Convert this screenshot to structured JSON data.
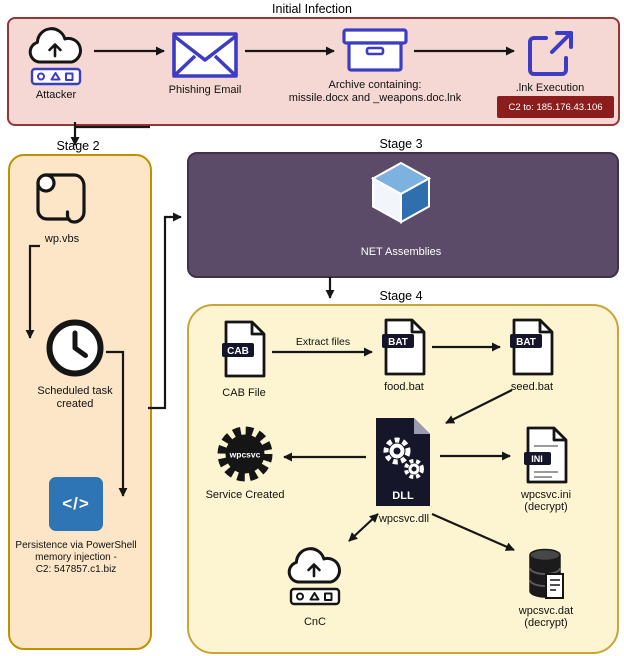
{
  "titles": {
    "initial_infection": "Initial Infection",
    "stage2": "Stage 2",
    "stage3": "Stage 3",
    "stage4": "Stage 4"
  },
  "initial_infection": {
    "attacker_label": "Attacker",
    "phishing_label": "Phishing Email",
    "archive_label_line1": "Archive containing:",
    "archive_label_line2": "missile.docx and _weapons.doc.lnk",
    "lnk_label": ".lnk Execution",
    "c2_banner": "C2 to: 185.176.43.106"
  },
  "stage2": {
    "wpvbs_label": "wp.vbs",
    "task_label_line1": "Scheduled task",
    "task_label_line2": "created",
    "code_glyph": "</>",
    "persistence_label_line1": "Persistence via PowerShell",
    "persistence_label_line2": "memory injection -",
    "persistence_label_line3": "C2: 547857.c1.biz"
  },
  "stage3": {
    "net_label": "NET Assemblies"
  },
  "stage4": {
    "cab_banner": "CAB",
    "cab_label": "CAB File",
    "extract_label": "Extract files",
    "bat_banner": "BAT",
    "food_label": "food.bat",
    "seed_label": "seed.bat",
    "service_gear_text": "wpcsvc",
    "service_label": "Service Created",
    "dll_banner": "DLL",
    "dll_label": "wpcsvc.dll",
    "ini_banner": "INI",
    "ini_label_line1": "wpcsvc.ini",
    "ini_label_line2": "(decrypt)",
    "cnc_label": "CnC",
    "dat_label_line1": "wpcsvc.dat",
    "dat_label_line2": "(decrypt)"
  },
  "colors": {
    "infection_bg": "#f5d8d4",
    "infection_border": "#953735",
    "c2_banner_bg": "#8b1d1d",
    "stage2_bg": "#fce6c7",
    "stage2_border": "#bf9000",
    "stage3_bg": "#5b4b68",
    "stage3_border": "#403349",
    "stage4_bg": "#fdf5d2",
    "stage4_border": "#c9a43a",
    "blue_icon": "#3d3dc4",
    "persist_blue": "#2e75b6",
    "arrow": "#161616"
  }
}
